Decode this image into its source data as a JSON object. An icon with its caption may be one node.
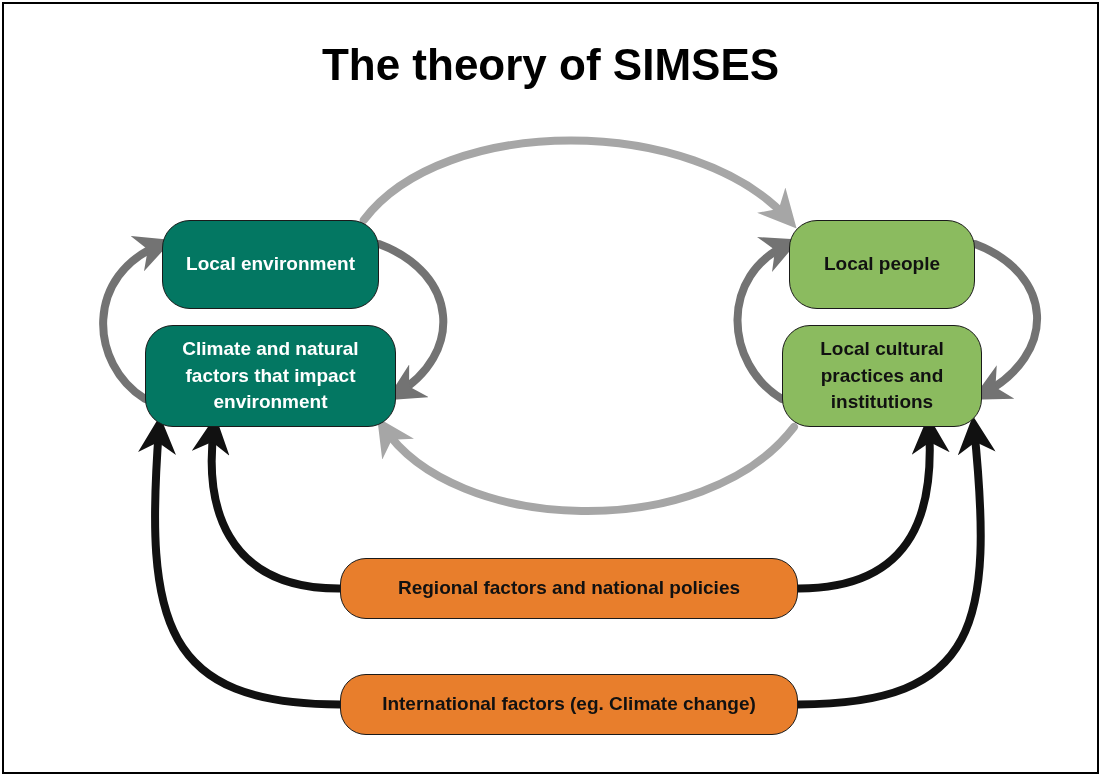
{
  "diagram": {
    "title": "The theory of SIMSES",
    "nodes": [
      {
        "text": [
          "Local environment"
        ]
      },
      {
        "text": [
          "Climate and natural factors that impact environment"
        ]
      },
      {
        "text": [
          "Local people"
        ]
      },
      {
        "text": [
          "Local cultural practices and institutions"
        ]
      },
      {
        "text": [
          "Regional factors and national policies"
        ]
      },
      {
        "text": [
          "International factors (eg. Climate change)"
        ]
      }
    ],
    "edges": [
      {
        "from": 1,
        "to": 0,
        "arrow": "to",
        "color": "#737373"
      },
      {
        "from": 0,
        "to": 1,
        "arrow": "to",
        "color": "#737373"
      },
      {
        "from": 3,
        "to": 2,
        "arrow": "to",
        "color": "#737373"
      },
      {
        "from": 2,
        "to": 3,
        "arrow": "to",
        "color": "#737373"
      },
      {
        "from": 0,
        "to": 2,
        "arrow": "to",
        "color": "#a6a6a6"
      },
      {
        "from": 3,
        "to": 1,
        "arrow": "to",
        "color": "#a6a6a6"
      },
      {
        "from": 4,
        "to": 1,
        "arrow": "to",
        "color": "#111111"
      },
      {
        "from": 4,
        "to": 3,
        "arrow": "to",
        "color": "#111111"
      },
      {
        "from": 5,
        "to": 1,
        "arrow": "to",
        "color": "#111111"
      },
      {
        "from": 5,
        "to": 3,
        "arrow": "to",
        "color": "#111111"
      }
    ]
  }
}
